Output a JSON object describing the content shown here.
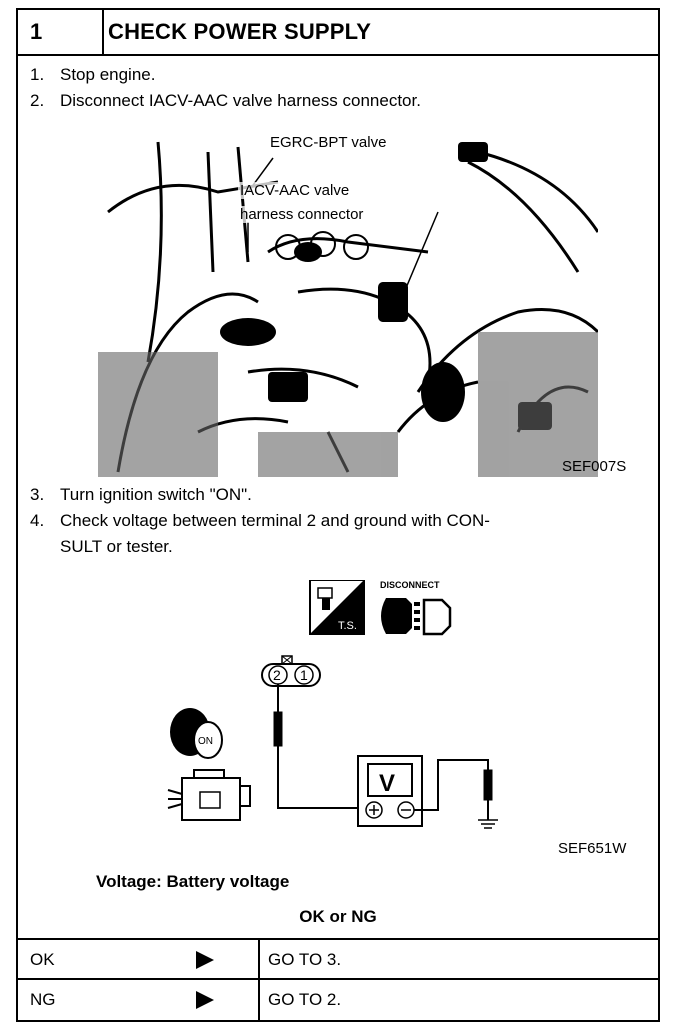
{
  "header": {
    "step_number": "1",
    "title": "CHECK POWER SUPPLY"
  },
  "steps_top": [
    {
      "num": "1.",
      "text": "Stop engine."
    },
    {
      "num": "2.",
      "text": "Disconnect IACV-AAC valve harness connector."
    }
  ],
  "photo": {
    "callout_egrc": "EGRC-BPT valve",
    "callout_iacv_line1": "IACV-AAC valve",
    "callout_iacv_line2": "harness connector",
    "code": "SEF007S"
  },
  "steps_mid": [
    {
      "num": "3.",
      "text": "Turn ignition switch \"ON\"."
    },
    {
      "num": "4.",
      "text": "Check voltage between terminal 2 and ground with CON-"
    },
    {
      "num": "",
      "text": "SULT or tester."
    }
  ],
  "diagram": {
    "ts_label": "T.S.",
    "disconnect_label": "DISCONNECT",
    "terminal_2": "2",
    "terminal_1": "1",
    "switch_label": "ON",
    "meter_label": "V",
    "code": "SEF651W"
  },
  "voltage_spec": "Voltage: Battery voltage",
  "result_heading": "OK or NG",
  "results": [
    {
      "label": "OK",
      "goto": "GO TO 3."
    },
    {
      "label": "NG",
      "goto": "GO TO 2."
    }
  ]
}
